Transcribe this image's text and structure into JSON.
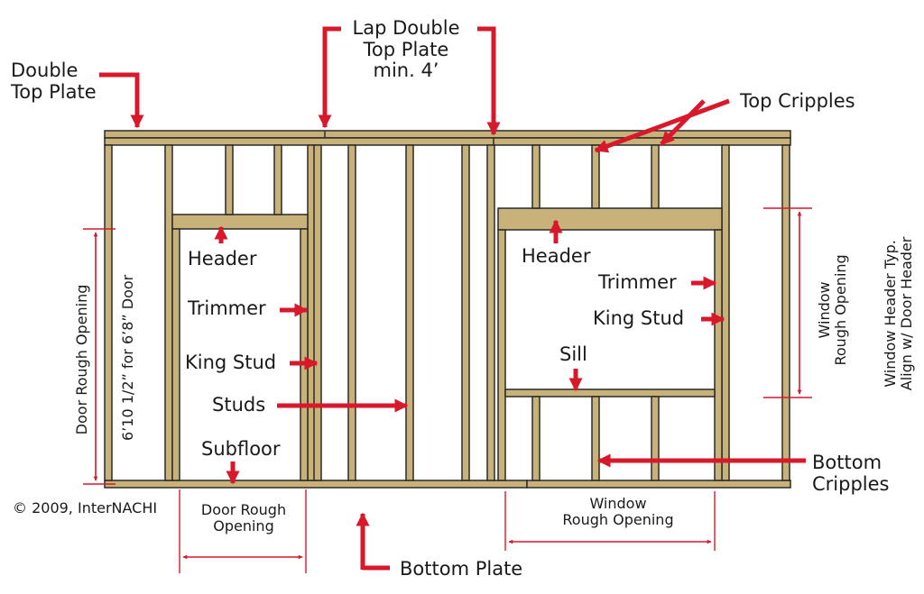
{
  "copyright": "© 2009, InterNACHI",
  "colors": {
    "lumber_fill": "#c8b27a",
    "lumber_stroke": "#2a2a2a",
    "annotation_red": "#d7192b",
    "text": "#1a1a1a",
    "background": "#ffffff"
  },
  "labels": {
    "double_top_plate": [
      "Double",
      "Top Plate"
    ],
    "lap_double_top_plate": [
      "Lap Double",
      "Top Plate",
      "min. 4’"
    ],
    "top_cripples": "Top Cripples",
    "header_door": "Header",
    "header_window": "Header",
    "trimmer_door": "Trimmer",
    "trimmer_window": "Trimmer",
    "king_stud_door": "King Stud",
    "king_stud_window": "King Stud",
    "studs": "Studs",
    "subfloor": "Subfloor",
    "sill": "Sill",
    "bottom_cripples": [
      "Bottom",
      "Cripples"
    ],
    "bottom_plate": "Bottom Plate",
    "door_rough_opening_vertical": "Door Rough Opening",
    "door_height_note": "6’10 1/2” for 6’8” Door",
    "door_rough_opening_horizontal": [
      "Door Rough",
      "Opening"
    ],
    "window_rough_opening_horizontal": [
      "Window",
      "Rough Opening"
    ],
    "window_rough_opening_vertical": [
      "Window",
      "Rough Opening"
    ],
    "window_header_note": [
      "Window Header Typ.",
      "Align w/ Door Header"
    ]
  }
}
